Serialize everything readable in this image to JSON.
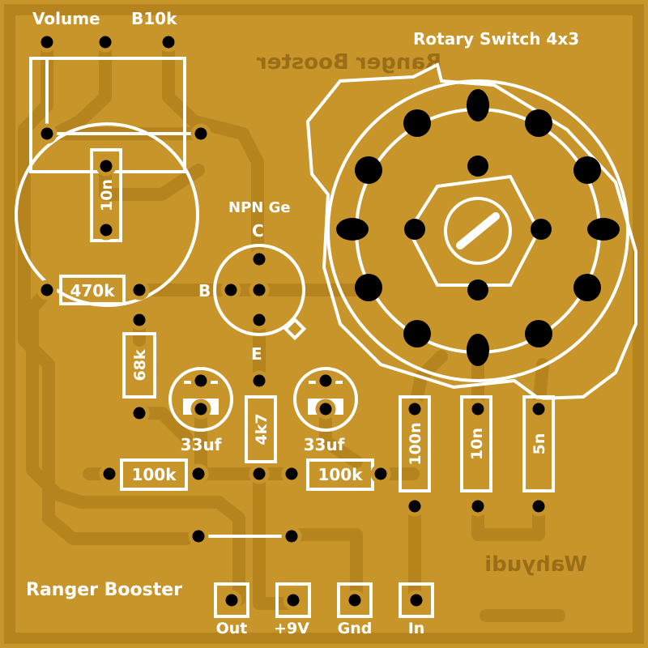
{
  "board": {
    "volume_label": "Volume",
    "pot_value_label": "B10k",
    "rotary_label": "Rotary Switch 4x3",
    "transistor_type_label": "NPN Ge",
    "pin_c_label": "C",
    "pin_b_label": "B",
    "pin_e_label": "E",
    "project_label": "Ranger Booster",
    "mirror_title_label": "Ranger Booster",
    "mirror_author_label": "Wahyudi"
  },
  "components": {
    "cap_10n_pot": "10n",
    "res_470k": "470k",
    "res_68k": "68k",
    "res_4k7": "4k7",
    "ecap_left": "33uf",
    "ecap_right": "33uf",
    "res_100k_left": "100k",
    "res_100k_right": "100k",
    "cap_100n": "100n",
    "cap_10n_switch": "10n",
    "cap_5n": "5n"
  },
  "terminals": {
    "out": "Out",
    "v9": "+9V",
    "gnd": "Gnd",
    "in": "In"
  },
  "colors": {
    "board": "#c8952a",
    "trace": "#b5841f",
    "silkscreen": "#ffffff",
    "pad": "#000000"
  }
}
